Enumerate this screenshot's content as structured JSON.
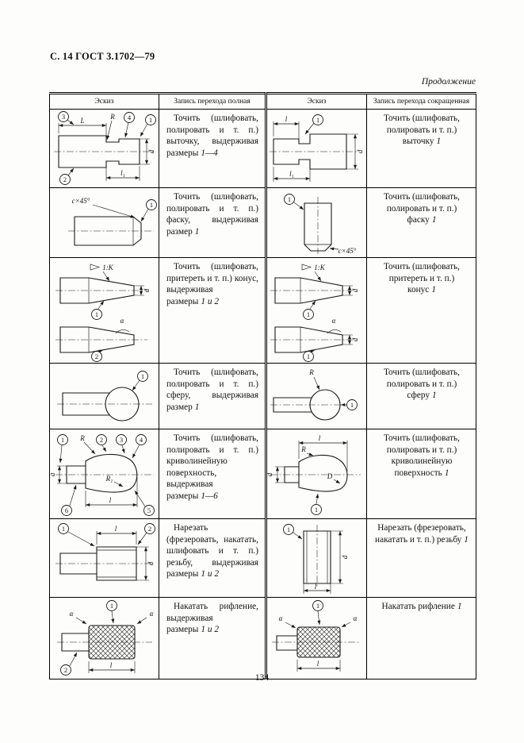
{
  "page": {
    "header": "С. 14 ГОСТ 3.1702—79",
    "continuation": "Продолжение",
    "page_number": "134"
  },
  "labels": {
    "n1": "1",
    "n2": "2",
    "n3": "3",
    "n4": "4",
    "n5": "5",
    "n6": "6",
    "L": "L",
    "R": "R",
    "R1": "R₁",
    "l": "l",
    "l1": "l₁",
    "d": "d",
    "D": "D",
    "alpha": "α",
    "chamfer": "c×45°",
    "taper": "1:K"
  },
  "table": {
    "headers": [
      "Эскиз",
      "Запись перехода полная",
      "Эскиз",
      "Запись перехода сокращенная"
    ],
    "rows": [
      {
        "full": "Точить (шлифовать, полировать и т. п.) выточку, выдерживая размеры",
        "full_dims": "1—4",
        "short": "Точить (шлифовать, полировать и т. п.) выточку",
        "short_dims": "1"
      },
      {
        "full": "Точить (шлифовать, полировать и т. п.) фаску, выдерживая размер",
        "full_dims": "1",
        "short": "Точить (шлифовать, полировать и т. п.) фаску",
        "short_dims": "1"
      },
      {
        "full": "Точить (шлифовать, притереть и т. п.) конус, выдерживая размеры",
        "full_dims": "1 и 2",
        "short": "Точить (шлифовать, притереть и т. п.) конус",
        "short_dims": "1"
      },
      {
        "full": "Точить (шлифовать, полировать и т. п.) сферу, выдерживая размер",
        "full_dims": "1",
        "short": "Точить (шлифовать, полировать и т. п.) сферу",
        "short_dims": "1"
      },
      {
        "full": "Точить (шлифовать, полировать и т. п.) криволинейную поверхность, выдерживая размеры",
        "full_dims": "1—6",
        "short": "Точить (шлифовать, полировать и т. п.) криволинейную поверхность",
        "short_dims": "1"
      },
      {
        "full": "Нарезать (фрезеровать, накатать, шлифовать и т. п.) резьбу, выдерживая размеры",
        "full_dims": "1 и 2",
        "short": "Нарезать (фрезеровать, накатать и т. п.) резьбу",
        "short_dims": "1"
      },
      {
        "full": "Накатать рифление, выдерживая размеры",
        "full_dims": "1 и 2",
        "short": "Накатать рифление",
        "short_dims": "1"
      }
    ]
  }
}
